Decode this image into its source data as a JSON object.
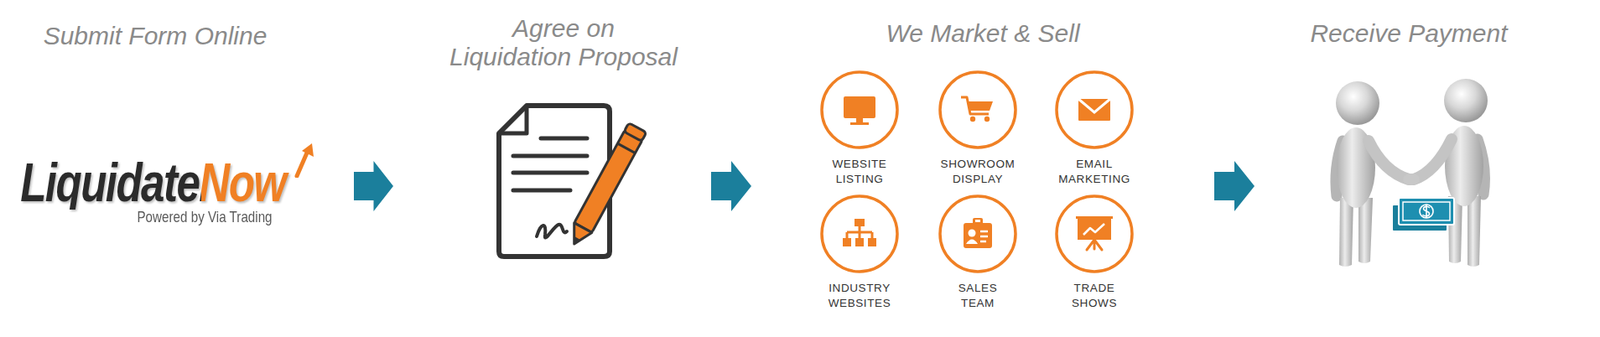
{
  "diagram": {
    "nodes": [
      {
        "text": [
          "Submit Form Online",
          "LiquidateNow",
          "Powered by Via Trading"
        ]
      },
      {
        "text": [
          "Agree on Liquidation Proposal"
        ]
      },
      {
        "text": [
          "We Market & Sell"
        ]
      },
      {
        "text": [
          "WEBSITE LISTING"
        ],
        "in": 2
      },
      {
        "text": [
          "SHOWROOM DISPLAY"
        ],
        "in": 2
      },
      {
        "text": [
          "EMAIL MARKETING"
        ],
        "in": 2
      },
      {
        "text": [
          "INDUSTRY WEBSITES"
        ],
        "in": 2
      },
      {
        "text": [
          "SALES TEAM"
        ],
        "in": 2
      },
      {
        "text": [
          "TRADE SHOWS"
        ],
        "in": 2
      },
      {
        "text": [
          "Receive Payment"
        ]
      }
    ],
    "edges": [
      {
        "from": 0,
        "to": 1,
        "arrow": "to"
      },
      {
        "from": 1,
        "to": 2,
        "arrow": "to"
      },
      {
        "from": 2,
        "to": 9,
        "arrow": "to"
      }
    ]
  }
}
